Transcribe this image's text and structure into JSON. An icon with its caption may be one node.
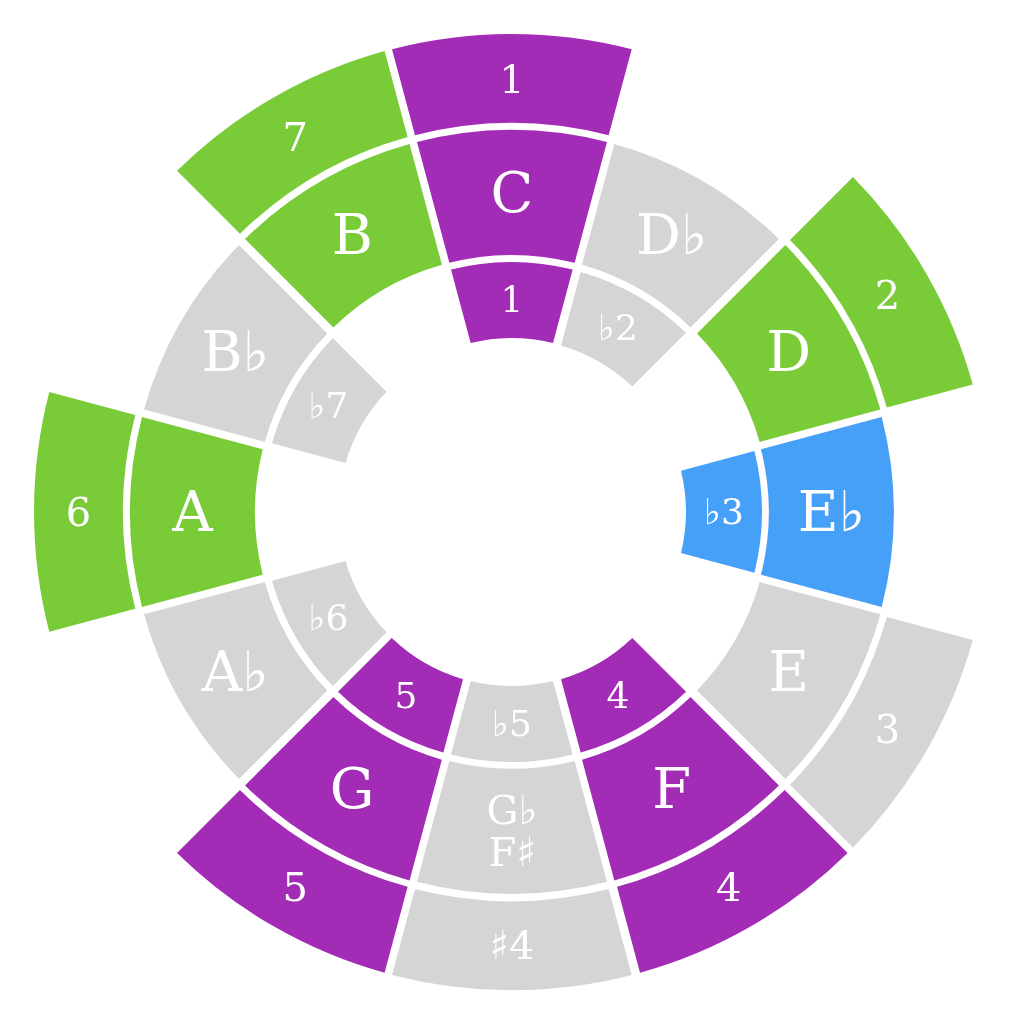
{
  "diagram": {
    "nodes": [
      {
        "text": [
          "1"
        ]
      },
      {
        "text": [
          "C"
        ]
      },
      {
        "text": [
          "1"
        ]
      },
      {
        "text": [
          "D♭"
        ]
      },
      {
        "text": [
          "♭2"
        ]
      },
      {
        "text": [
          "2"
        ]
      },
      {
        "text": [
          "D"
        ]
      },
      {
        "text": [
          "E♭"
        ]
      },
      {
        "text": [
          "♭3"
        ]
      },
      {
        "text": [
          "3"
        ]
      },
      {
        "text": [
          "E"
        ]
      },
      {
        "text": [
          "4"
        ]
      },
      {
        "text": [
          "F"
        ]
      },
      {
        "text": [
          "4"
        ]
      },
      {
        "text": [
          "♯4"
        ]
      },
      {
        "text": [
          "G♭ F♯"
        ]
      },
      {
        "text": [
          "♭5"
        ]
      },
      {
        "text": [
          "5"
        ]
      },
      {
        "text": [
          "G"
        ]
      },
      {
        "text": [
          "5"
        ]
      },
      {
        "text": [
          "A♭"
        ]
      },
      {
        "text": [
          "♭6"
        ]
      },
      {
        "text": [
          "6"
        ]
      },
      {
        "text": [
          "A"
        ]
      },
      {
        "text": [
          "B♭"
        ]
      },
      {
        "text": [
          "♭7"
        ]
      },
      {
        "text": [
          "7"
        ]
      },
      {
        "text": [
          "B"
        ]
      }
    ]
  }
}
